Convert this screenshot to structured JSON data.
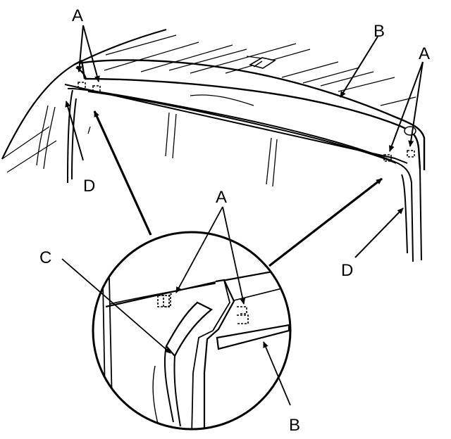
{
  "diagram": {
    "labels": {
      "a_top_left": "A",
      "b_top": "B",
      "a_top_right": "A",
      "d_left": "D",
      "a_center": "A",
      "c_left": "C",
      "d_right": "D",
      "b_bottom": "B"
    }
  }
}
